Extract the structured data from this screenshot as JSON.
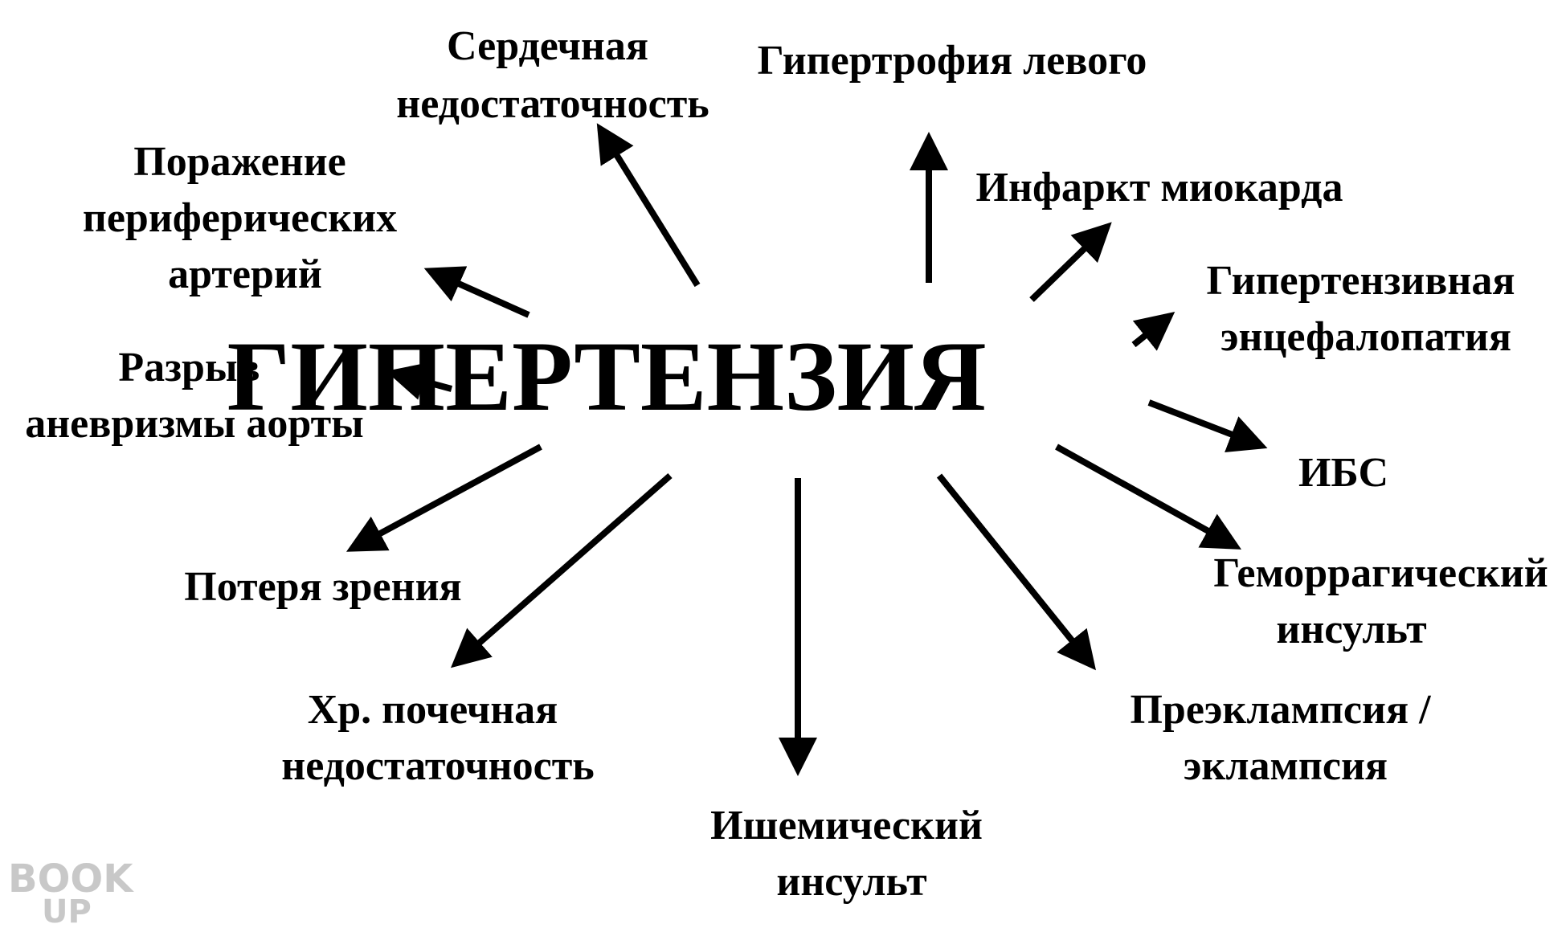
{
  "center": {
    "label": "ГИПЕРТЕНЗИЯ"
  },
  "nodes": {
    "heart_failure": {
      "lines": [
        "Сердечная",
        "недостаточность"
      ]
    },
    "lv_hypertrophy": {
      "lines": [
        "Гипертрофия левого"
      ]
    },
    "myocardial_infarction": {
      "lines": [
        "Инфаркт миокарда"
      ]
    },
    "peripheral_arteries": {
      "lines": [
        "Поражение",
        "периферичеcких",
        "артерий"
      ]
    },
    "hypertensive_encephalopathy": {
      "lines": [
        "Гипертензивная",
        "энцефалопатия"
      ]
    },
    "aortic_aneurysm": {
      "lines": [
        "Разрыв",
        "аневризмы аорты"
      ]
    },
    "ihd": {
      "lines": [
        "ИБС"
      ]
    },
    "vision_loss": {
      "lines": [
        "Потеря зрения"
      ]
    },
    "hemorrhagic_stroke": {
      "lines": [
        "Геморрагический",
        "инсульт"
      ]
    },
    "chronic_renal_failure": {
      "lines": [
        "Хр. почечная",
        "недостаточность"
      ]
    },
    "preeclampsia": {
      "lines": [
        "Преэклампсия /",
        "эклампсия"
      ]
    },
    "ischemic_stroke": {
      "lines": [
        "Ишемический",
        "инсульт"
      ]
    }
  },
  "watermark": {
    "top": "BOOK",
    "bottom": "UP"
  },
  "colors": {
    "ink": "#000000",
    "watermark": "#c8c8c8",
    "background": "#ffffff"
  }
}
